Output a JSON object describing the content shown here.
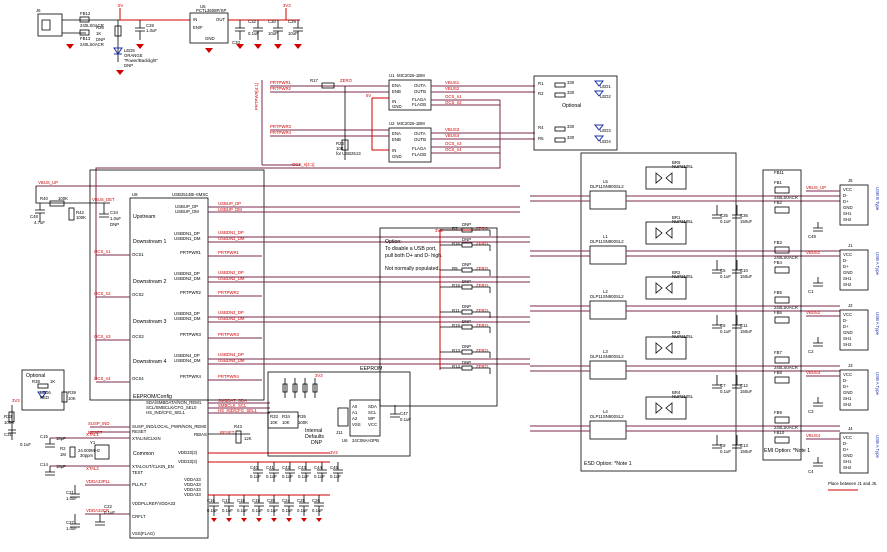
{
  "colors": {
    "wire": "#000000",
    "net": "#7a2a4e",
    "power": "#d00000",
    "label": "#1a2fb0",
    "background": "#ffffff"
  },
  "power_section": {
    "j6": "J6",
    "fb12": "FB12",
    "fb13": "FB13",
    "fb12_part": "240LS0ACR",
    "fb13_part": "240LS0ACR",
    "rail_5v": "5V",
    "rail_3v3": "3V3",
    "r36": "R36",
    "r36_val": "1K",
    "r36_dnp": "DNP",
    "c28": "C28",
    "c28_val": "1.0uF",
    "u5": "U5",
    "u5_part": "PCTL3608P/SP",
    "u5_in": "IN",
    "u5_out": "OUT",
    "u5_en": "EN/F",
    "u5_gnd": "GND",
    "c32": "C32",
    "c32_val": "0.1uF",
    "c33": "C33",
    "c33_val": "0.1uF",
    "c30": "C30",
    "c30_val": "10uF",
    "c29": "C29",
    "c29_val": "10uF",
    "led5": "LED5",
    "led5_color": "ORANGE",
    "led5_note": "\"Power/Backlight\"",
    "led5_dnp": "DNP"
  },
  "power_switches": {
    "u1": "U1",
    "u1_part": "MIC2026-1BM",
    "u2": "U2",
    "u2_part": "MIC2026-1BM",
    "r17": "R17",
    "r17_val": "ZERO",
    "r23": "R23",
    "r23_val": "10K",
    "r23_note": "for USB2513",
    "rail_5v": "5V",
    "pins": [
      "ENA",
      "ENB",
      "IN",
      "GND",
      "OUTA",
      "OUTB",
      "FLAGA",
      "FLAGB"
    ],
    "nets_left": [
      "PRTPWR1",
      "PRTPWR2",
      "PRTPWR3",
      "PRTPWR4"
    ],
    "nets_right": [
      "VBUS1",
      "VBUS2",
      "OCS_n1",
      "OCS_n2",
      "VBUS3",
      "VBUS4",
      "OCS_n3",
      "OCS_n4"
    ],
    "ocs_bus": "OCS_n[4:1]",
    "prtpwr_bus": "PRTPWR[4:1]"
  },
  "leds_optional": {
    "title": "Optional",
    "resistors": [
      "R1",
      "R2",
      "R3",
      "R4",
      "R5"
    ],
    "res_val": "330",
    "leds": [
      "LED1",
      "LED2",
      "LED3",
      "LED4"
    ],
    "led_color": "GREEN"
  },
  "hub": {
    "ref": "U8",
    "part": "USB2514BI-SMSC",
    "vbus_det": "VBUS_DET",
    "vbus_up": "VBUS_UP",
    "r40": "R40",
    "r40_val": "100K",
    "r42": "R42",
    "r42_val": "100K",
    "c48": "C48",
    "c48_val": "4.7uF",
    "c34": "C34",
    "c34_val": "1.0uF",
    "c34_dnp": "DNP",
    "upstream": "Upstream",
    "usbup_dp": "USBUP_DP",
    "usbup_dm": "USBUP_DM",
    "downstream": [
      "Downstream 1",
      "Downstream 2",
      "Downstream 3",
      "Downstream 4"
    ],
    "ocs_pins": [
      "OCS_n1",
      "OCS_n2",
      "OCS_n3",
      "OCS_n4"
    ],
    "ocs_short": [
      "OCS1",
      "OCS2",
      "OCS3",
      "OCS4"
    ],
    "ds_dp": [
      "USBDN1_DP",
      "USBDN2_DP",
      "USBDN3_DP",
      "USBDN4_DP"
    ],
    "ds_dm": [
      "USBDN1_DM",
      "USBDN2_DM",
      "USBDN3_DM",
      "USBDN4_DM"
    ],
    "prtpwr": [
      "PRTPWR1",
      "PRTPWR2",
      "PRTPWR3",
      "PRTPWR4"
    ],
    "eeprom_config": "EEPROM/Config",
    "cfg_pins": [
      "SDA/SMBDATA/NON_REM1",
      "SCL/SMBCLK/CFG_SEL0",
      "HS_IND/CFG_SEL1",
      "SUSP_IND/LOCAL_PWR/NON_REM0",
      "RESET"
    ],
    "cfg_nets": [
      "SMBDAT_SDA",
      "SMBCLK_SCL",
      "HS_IND/CFG_SEL1",
      "SUSP_IND",
      "RESET"
    ],
    "rbias": "RBIAS",
    "r43": "R43",
    "r43_val": "12K",
    "common": "Common",
    "xtal_in": "XTALIN/CLKIN",
    "xtal_out": "XTALOUT/CLKIN_EN",
    "test": "TEST",
    "vdd_pins": [
      "VDD33(3)",
      "VDD33(3)",
      "VDDA33",
      "VDDA33",
      "VDDA33",
      "VDDA33"
    ],
    "pllflt": "PLLFLT",
    "crflt": "CRFLT",
    "vddpllref": "VDDPLLREF/VDDA33",
    "vss": "VSS(FLAG)",
    "xtal1": "XTAL1",
    "xtal2": "XTAL2",
    "y1": "Y1",
    "y1_freq": "24.000MHz",
    "y1_ppm": "30ppm",
    "r2": "R2",
    "r2_val": "1M",
    "c15": "C15",
    "c15_val": "18pF",
    "c14": "C14",
    "c14_val": "18pF",
    "c21": "C21",
    "c21_val": "1.0uF",
    "c22": "C22",
    "c22_val": "0.1uF",
    "c27": "C27",
    "c27_val": "1.0uF",
    "vdda_nets": [
      "VDDA33PLL",
      "VDDA33CR"
    ],
    "rail_3v3": "3V3"
  },
  "bypass_caps": {
    "top": [
      "C40",
      "C41",
      "C42",
      "C43",
      "C44",
      "C45"
    ],
    "bottom": [
      "C16",
      "C17",
      "C18",
      "C19",
      "C20",
      "C24",
      "C25",
      "C26"
    ],
    "val": "0.1uF"
  },
  "reset_section": {
    "title": "Optional",
    "r36": "R38",
    "r36_val": "1K",
    "led6": "LED6",
    "led6_color": "RED",
    "r39": "R39",
    "r39_val": "10K",
    "r33": "R33",
    "r33_val": "100K",
    "c31": "C31",
    "c31_val": "0.1uF",
    "rail": "3V3",
    "susp": "SUSP_IND",
    "reset": "RESET"
  },
  "eeprom": {
    "title": "EEPROM",
    "u6": "U6",
    "u6_part": "24C08AI-DPB",
    "pins": [
      "A0",
      "A1",
      "A2",
      "VSS",
      "SDA",
      "SCL",
      "WP",
      "VCC"
    ],
    "c47": "C47",
    "c47_val": "0.1uF",
    "resistors": [
      "R33",
      "R34",
      "R35",
      "R36"
    ],
    "defaults_note": [
      "Internal",
      "Defaults",
      "DNP"
    ],
    "r_vals": [
      "10K",
      "10K",
      "10K",
      "100K"
    ],
    "rail": "3V3",
    "conn": "J11"
  },
  "option_box": {
    "title": "Option:",
    "line1": "To disable a USB port,",
    "line2": "pull both D+ and D- high.",
    "line3": "Not normally populated.",
    "rail": "3V3",
    "resistors": [
      "R7",
      "R8",
      "R9",
      "R10",
      "R11",
      "R12",
      "R13",
      "R14",
      "R15",
      "R16",
      "R18",
      "R19"
    ],
    "dnp": "DNP",
    "zero": "ZERO"
  },
  "esd": {
    "label": "ESD Option: *Note 1",
    "chokes": [
      "L5",
      "L1",
      "L2",
      "L3",
      "L4"
    ],
    "choke_part": "DLP11SN900SL2",
    "arrays": [
      "BR5",
      "BR1",
      "BR2",
      "BR3",
      "BR4"
    ],
    "array_part": "NUP2105L",
    "caps": [
      "C35",
      "C36",
      "C5",
      "C10",
      "C6",
      "C11",
      "C7",
      "C12",
      "C8",
      "C13",
      "C9",
      "C38"
    ],
    "cap_vals": [
      "0.1uF",
      "150uF"
    ]
  },
  "emi": {
    "label": "EMI Option: *Note 1",
    "fbs": [
      "FB11",
      "FB1",
      "FB2",
      "FB3",
      "FB4",
      "FB5",
      "FB6",
      "FB7",
      "FB8",
      "FB9",
      "FB10"
    ],
    "fb_part": "240LS0ACR",
    "caps": [
      "C49",
      "C1",
      "C2",
      "C3",
      "C4"
    ]
  },
  "connectors": {
    "refs": [
      "J5",
      "J1",
      "J2",
      "J3",
      "J4"
    ],
    "types": [
      "USB B Type",
      "USB A Type",
      "USB A Type",
      "USB A Type",
      "USB A Type"
    ],
    "pins": [
      "VCC",
      "D-",
      "D+",
      "GND",
      "SH1",
      "SH2"
    ],
    "vbus_nets": [
      "VBUS_UP",
      "VBUS1",
      "VBUS2",
      "VBUS3",
      "VBUS4"
    ],
    "note": "Place between J1 and J5."
  }
}
